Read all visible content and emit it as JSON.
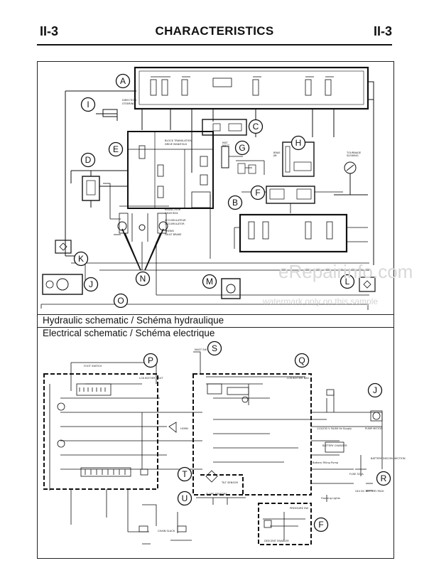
{
  "header": {
    "left": "II-3",
    "title": "CHARACTERISTICS",
    "right": "II-3"
  },
  "sections": {
    "hydraulic": "Hydraulic schematic / Schéma hydraulique",
    "electrical": "Electrical schematic / Schéma electrique"
  },
  "callouts": [
    "A",
    "B",
    "C",
    "D",
    "E",
    "F",
    "G",
    "H",
    "I",
    "J",
    "K",
    "L",
    "M",
    "N",
    "O",
    "P",
    "Q",
    "R",
    "S",
    "T",
    "U",
    "J",
    "F"
  ],
  "labels": {
    "mast_sw": "MAST SW",
    "foot_switch": "FOOT SWITCH",
    "lcb_haut": "LCB BOITIER HAUT",
    "lcb_bas": "LCB BOITIER BAS",
    "horn": "HORN",
    "tilt": "TILT SENSOR",
    "slope": "SLOPE SENSORS",
    "descent": "DESCENT ENABLER",
    "pressure": "PRESSURE SW",
    "pump_motor": "PUMP MOTOR",
    "battery_charger": "BATTERY CHARGER",
    "supply": "110/230 V 50/60 Hz Supply",
    "battery_filling": "Battery Filling Pump",
    "flashing": "Flashing Lights",
    "battery_disc": "BATTERY DISCON-NECTION",
    "fuse": "FUSE 325A",
    "battery_pack": "24V DC BATTERY PACK",
    "chain": "CHAIN SLACK"
  },
  "watermark": {
    "brand": "eRepairinfo.com",
    "note": "watermark only on this sample"
  }
}
